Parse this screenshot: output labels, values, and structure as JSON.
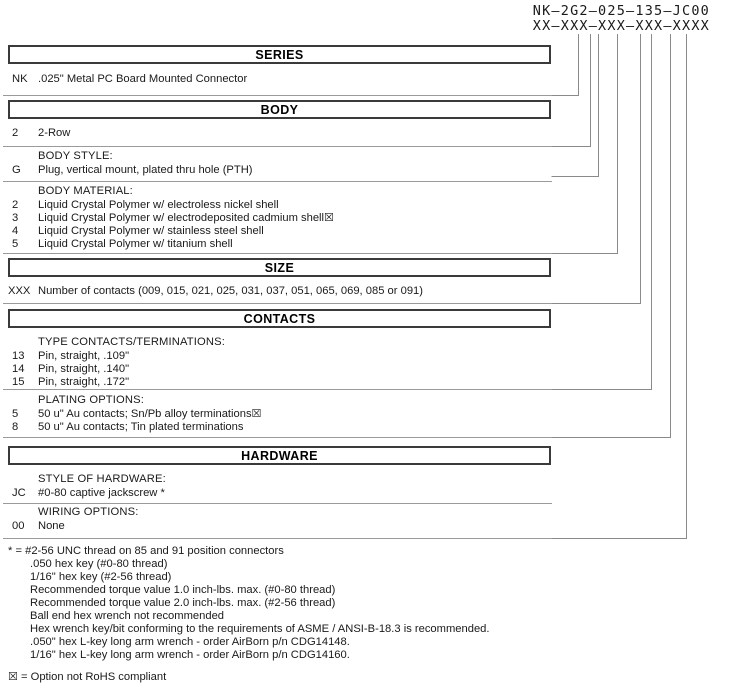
{
  "part_number": {
    "example": "NK–2G2–025–135–JC00",
    "mask": "XX–XXX–XXX–XXX–XXXX"
  },
  "sections": [
    {
      "id": "series",
      "header": "SERIES",
      "groups": [
        {
          "title": "",
          "options": [
            {
              "code": "NK",
              "desc": ".025\" Metal PC Board Mounted Connector",
              "rohs_flag": false
            }
          ]
        }
      ]
    },
    {
      "id": "body",
      "header": "BODY",
      "groups": [
        {
          "title": "",
          "options": [
            {
              "code": "2",
              "desc": "2-Row",
              "rohs_flag": false
            }
          ]
        },
        {
          "title": "BODY STYLE:",
          "options": [
            {
              "code": "G",
              "desc": "Plug, vertical mount, plated thru hole (PTH)",
              "rohs_flag": false
            }
          ]
        },
        {
          "title": "BODY MATERIAL:",
          "options": [
            {
              "code": "2",
              "desc": "Liquid Crystal Polymer w/ electroless nickel shell",
              "rohs_flag": false
            },
            {
              "code": "3",
              "desc": "Liquid Crystal Polymer w/ electrodeposited cadmium shell",
              "rohs_flag": true
            },
            {
              "code": "4",
              "desc": "Liquid Crystal Polymer w/ stainless steel shell",
              "rohs_flag": false
            },
            {
              "code": "5",
              "desc": "Liquid Crystal Polymer w/ titanium shell",
              "rohs_flag": false
            }
          ]
        }
      ]
    },
    {
      "id": "size",
      "header": "SIZE",
      "groups": [
        {
          "title": "",
          "options": [
            {
              "code": "XXX",
              "desc": "Number of contacts (009, 015, 021, 025, 031, 037, 051, 065, 069, 085 or 091)",
              "rohs_flag": false
            }
          ]
        }
      ]
    },
    {
      "id": "contacts",
      "header": "CONTACTS",
      "groups": [
        {
          "title": "TYPE CONTACTS/TERMINATIONS:",
          "options": [
            {
              "code": "13",
              "desc": "Pin, straight, .109\"",
              "rohs_flag": false
            },
            {
              "code": "14",
              "desc": "Pin, straight, .140\"",
              "rohs_flag": false
            },
            {
              "code": "15",
              "desc": "Pin, straight, .172\"",
              "rohs_flag": false
            }
          ]
        },
        {
          "title": "PLATING OPTIONS:",
          "options": [
            {
              "code": "5",
              "desc": "50 u\" Au contacts; Sn/Pb alloy terminations",
              "rohs_flag": true
            },
            {
              "code": "8",
              "desc": "50 u\" Au contacts; Tin plated terminations",
              "rohs_flag": false
            }
          ]
        }
      ]
    },
    {
      "id": "hardware",
      "header": "HARDWARE",
      "groups": [
        {
          "title": "STYLE OF HARDWARE:",
          "options": [
            {
              "code": "JC",
              "desc": "#0-80 captive jackscrew *",
              "rohs_flag": false
            }
          ]
        },
        {
          "title": "WIRING OPTIONS:",
          "options": [
            {
              "code": "00",
              "desc": "None",
              "rohs_flag": false
            }
          ]
        }
      ]
    }
  ],
  "footnotes": {
    "asterisk_lines": [
      "* = #2-56 UNC thread on 85 and 91 position connectors",
      ".050 hex key (#0-80 thread)",
      "1/16\" hex key (#2-56 thread)",
      "Recommended torque value 1.0 inch-lbs. max. (#0-80 thread)",
      "Recommended torque value 2.0 inch-lbs. max. (#2-56 thread)",
      "Ball end hex wrench not recommended",
      "Hex wrench key/bit conforming to the requirements of ASME / ANSI-B-18.3 is recommended.",
      ".050\" hex L-key long arm wrench - order AirBorn p/n CDG14148.",
      "1/16\" hex L-key long arm wrench - order AirBorn p/n CDG14160."
    ],
    "rohs_legend": "= Option not RoHS compliant",
    "rohs_symbol": "☒"
  },
  "colors": {
    "text": "#1a1a1a",
    "header_border": "#3a3a3a",
    "rule": "#9a9a9a",
    "leader": "#8a8a8a",
    "background": "#ffffff"
  }
}
